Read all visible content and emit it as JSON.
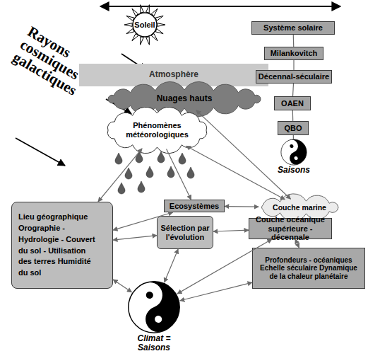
{
  "diagram": {
    "nodes": [
      {
        "text": [
          "Soleil"
        ]
      },
      {
        "text": [
          "Système solaire"
        ]
      },
      {
        "text": [
          "Milankovitch"
        ]
      },
      {
        "text": [
          "Atmosphère"
        ]
      },
      {
        "text": [
          "Décennal-séculaire"
        ]
      },
      {
        "text": [
          "Nuages hauts"
        ]
      },
      {
        "text": [
          "OAEN"
        ]
      },
      {
        "text": [
          "Phénomènes météorologiques"
        ]
      },
      {
        "text": [
          "QBO"
        ]
      },
      {
        "text": [
          "Saisons"
        ]
      },
      {
        "text": [
          "Ecosystèmes"
        ]
      },
      {
        "text": [
          "Couche marine"
        ]
      },
      {
        "text": [
          "Lieu géographique Orographie - Hydrologie - Couvert du sol - Utilisation des terres Humidité du sol"
        ]
      },
      {
        "text": [
          "Sélection par l'évolution"
        ]
      },
      {
        "text": [
          "Couche océanique supérieure - décennale"
        ]
      },
      {
        "text": [
          "Profondeurs - océaniques Echelle séculaire Dynamique de la chaleur planétaire"
        ]
      },
      {
        "text": [
          "Climat = Saisons"
        ]
      }
    ],
    "edges": [
      {
        "from": 1,
        "to": 2,
        "arrow": "none"
      },
      {
        "from": 2,
        "to": 4,
        "arrow": "none"
      },
      {
        "from": 4,
        "to": 6,
        "arrow": "none"
      },
      {
        "from": 6,
        "to": 8,
        "arrow": "none"
      },
      {
        "from": 8,
        "to": 9,
        "arrow": "none"
      },
      {
        "from": 7,
        "to": 12,
        "arrow": "both"
      },
      {
        "from": 12,
        "to": 10,
        "arrow": "both"
      },
      {
        "from": 12,
        "to": 13,
        "arrow": "both"
      },
      {
        "from": 12,
        "to": 16,
        "arrow": "both"
      },
      {
        "from": 7,
        "to": 10,
        "arrow": "to"
      },
      {
        "from": 10,
        "to": 11,
        "arrow": "both"
      },
      {
        "from": 13,
        "to": 14,
        "arrow": "both"
      },
      {
        "from": 11,
        "to": 7,
        "arrow": "both"
      },
      {
        "from": 11,
        "to": 5,
        "arrow": "both"
      },
      {
        "from": 14,
        "to": 15,
        "arrow": "both"
      },
      {
        "from": 13,
        "to": 16,
        "arrow": "both"
      },
      {
        "from": 14,
        "to": 16,
        "arrow": "both"
      },
      {
        "from": 15,
        "to": 16,
        "arrow": "both"
      }
    ],
    "labels": [
      "Rayons cosmiques galactiques"
    ]
  }
}
